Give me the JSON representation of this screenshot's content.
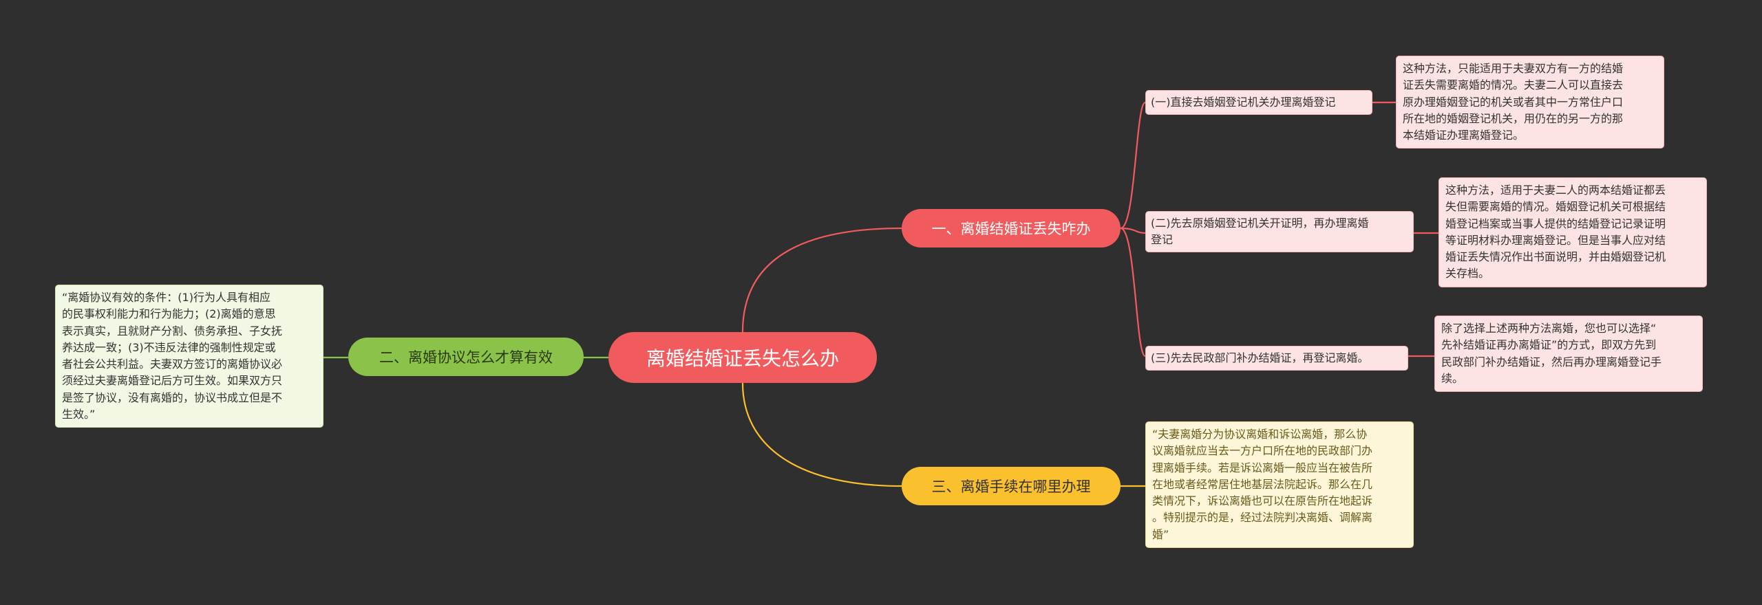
{
  "root": {
    "label": "离婚结婚证丢失怎么办"
  },
  "branches": [
    {
      "label": "一、离婚结婚证丢失咋办",
      "subs": [
        {
          "label": "(一)直接去婚姻登记机关办理离婚登记",
          "detail": "这种方法，只能适用于夫妻双方有一方的结婚\n证丢失需要离婚的情况。夫妻二人可以直接去\n原办理婚姻登记的机关或者其中一方常住户口\n所在地的婚姻登记机关，用仍在的另一方的那\n本结婚证办理离婚登记。"
        },
        {
          "label": "(二)先去原婚姻登记机关开证明，再办理离婚\n登记",
          "detail": "这种方法，适用于夫妻二人的两本结婚证都丢\n失但需要离婚的情况。婚姻登记机关可根据结\n婚登记档案或当事人提供的结婚登记记录证明\n等证明材料办理离婚登记。但是当事人应对结\n婚证丢失情况作出书面说明，并由婚姻登记机\n关存档。"
        },
        {
          "label": "(三)先去民政部门补办结婚证，再登记离婚。",
          "detail": "除了选择上述两种方法离婚，您也可以选择“\n先补结婚证再办离婚证”的方式，即双方先到\n民政部门补办结婚证，然后再办理离婚登记手\n续。"
        }
      ]
    },
    {
      "label": "二、离婚协议怎么才算有效",
      "detail": "“离婚协议有效的条件：(1)行为人具有相应\n的民事权利能力和行为能力；(2)离婚的意思\n表示真实，且就财产分割、债务承担、子女抚\n养达成一致；(3)不违反法律的强制性规定或\n者社会公共利益。夫妻双方签订的离婚协议必\n须经过夫妻离婚登记后方可生效。如果双方只\n是签了协议，没有离婚的，协议书成立但是不\n生效。”"
    },
    {
      "label": "三、离婚手续在哪里办理",
      "detail": "“夫妻离婚分为协议离婚和诉讼离婚，那么协\n议离婚就应当去一方户口所在地的民政部门办\n理离婚手续。若是诉讼离婚一般应当在被告所\n在地或者经常居住地基层法院起诉。那么在几\n类情况下，诉讼离婚也可以在原告所在地起诉\n。特别提示的是，经过法院判决离婚、调解离\n婚”"
    }
  ],
  "colors": {
    "background": "#2f2f2f",
    "red": "#f15b5d",
    "green": "#8bc34a",
    "yellow": "#fbc02d"
  }
}
